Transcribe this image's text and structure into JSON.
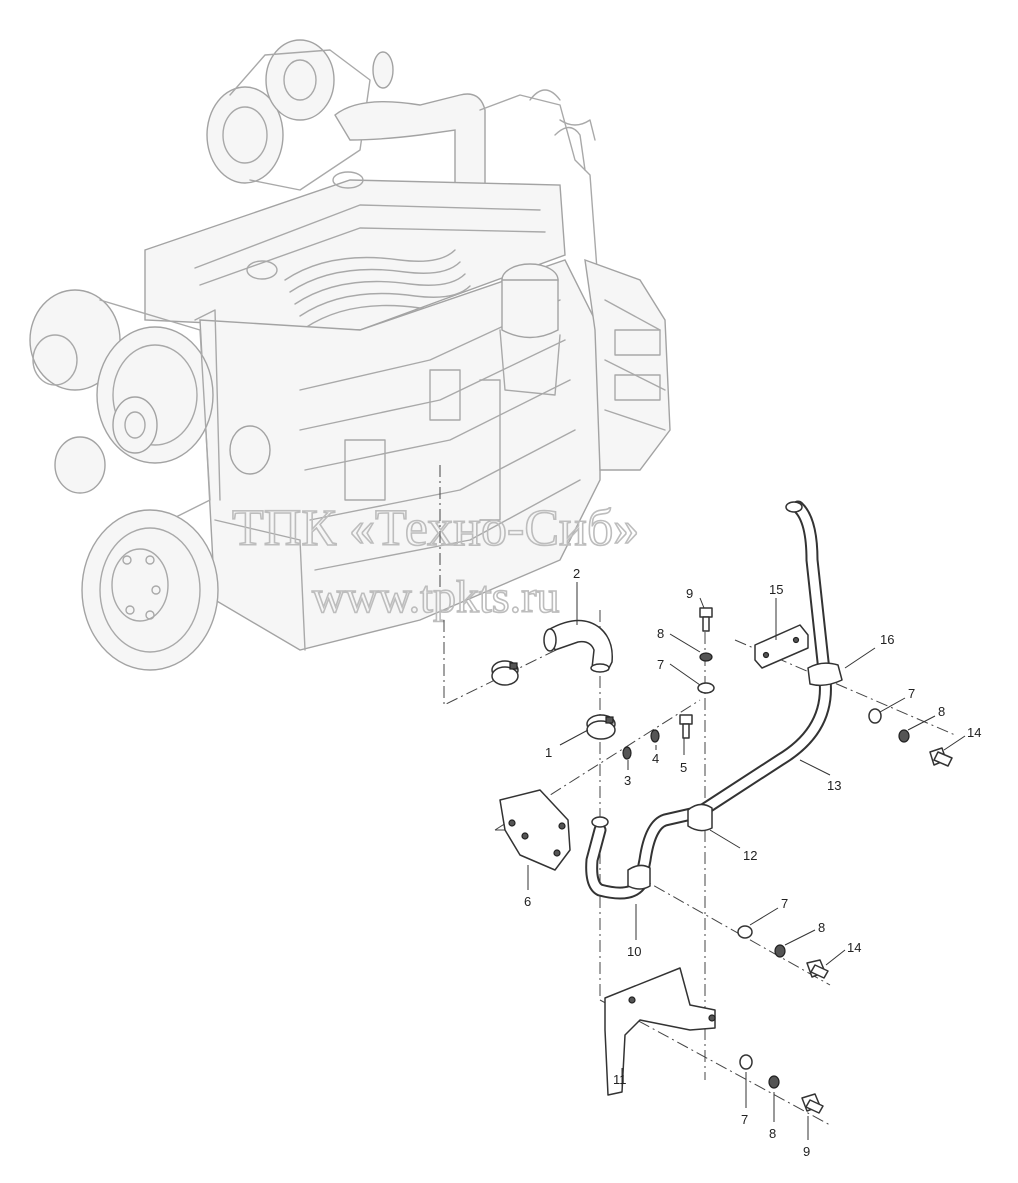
{
  "watermark": {
    "line1": "ТПК «Техно-Сиб»",
    "line2": "www.tpkts.ru"
  },
  "callouts": [
    {
      "id": "c1",
      "text": "1"
    },
    {
      "id": "c2",
      "text": "2"
    },
    {
      "id": "c3",
      "text": "3"
    },
    {
      "id": "c4",
      "text": "4"
    },
    {
      "id": "c5",
      "text": "5"
    },
    {
      "id": "c6",
      "text": "6"
    },
    {
      "id": "c7a",
      "text": "7"
    },
    {
      "id": "c7b",
      "text": "7"
    },
    {
      "id": "c7c",
      "text": "7"
    },
    {
      "id": "c7d",
      "text": "7"
    },
    {
      "id": "c8a",
      "text": "8"
    },
    {
      "id": "c8b",
      "text": "8"
    },
    {
      "id": "c8c",
      "text": "8"
    },
    {
      "id": "c8d",
      "text": "8"
    },
    {
      "id": "c9a",
      "text": "9"
    },
    {
      "id": "c9b",
      "text": "9"
    },
    {
      "id": "c10",
      "text": "10"
    },
    {
      "id": "c11",
      "text": "11"
    },
    {
      "id": "c12",
      "text": "12"
    },
    {
      "id": "c13",
      "text": "13"
    },
    {
      "id": "c14a",
      "text": "14"
    },
    {
      "id": "c14b",
      "text": "14"
    },
    {
      "id": "c15",
      "text": "15"
    },
    {
      "id": "c16",
      "text": "16"
    }
  ]
}
